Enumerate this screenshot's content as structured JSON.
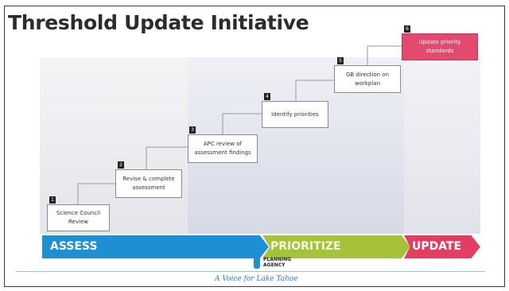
{
  "slide": {
    "title": "Threshold Update Initiative",
    "tagline": "A Voice for Lake Tahoe",
    "agency_line1": "PLANNING",
    "agency_line2": "AGENCY"
  },
  "steps": [
    {
      "number": "1",
      "label": "Science Council Review"
    },
    {
      "number": "2",
      "label": "Revise & complete assessment"
    },
    {
      "number": "3",
      "label": "APC review of assessment findings"
    },
    {
      "number": "4",
      "label": "Identify priorities"
    },
    {
      "number": "5",
      "label": "GB direction on workplan"
    },
    {
      "number": "6",
      "label": "Update priority standards"
    }
  ],
  "phases": [
    {
      "label": "ASSESS",
      "color": "#1f8fd3"
    },
    {
      "label": "PRIORITIZE",
      "color": "#a6c23a"
    },
    {
      "label": "UPDATE",
      "color": "#e23e64"
    }
  ]
}
